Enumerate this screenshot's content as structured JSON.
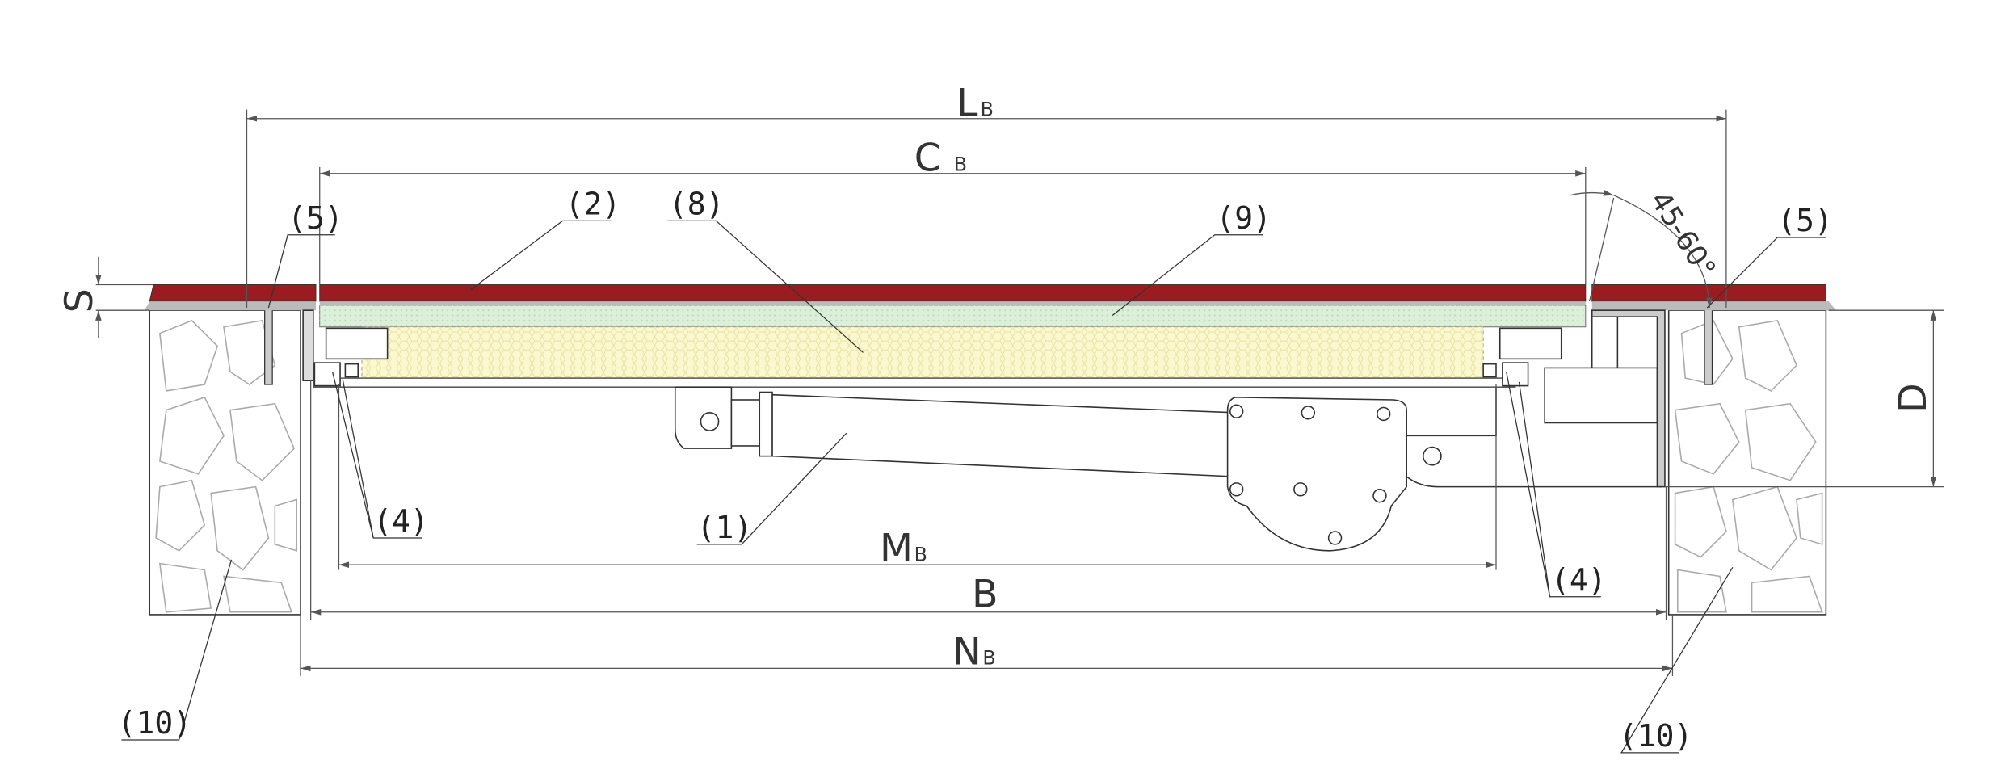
{
  "dimensions": {
    "lb": {
      "main": "L",
      "sub": "B"
    },
    "cb": {
      "main": "C",
      "sub": "B"
    },
    "mb": {
      "main": "M",
      "sub": "B"
    },
    "b": {
      "main": "B"
    },
    "nb": {
      "main": "N",
      "sub": "B"
    },
    "s": "S",
    "d": "D",
    "angle": "45-60°"
  },
  "callouts": {
    "actuator": "(1)",
    "lid_cover": "(2)",
    "seal_left": "(4)",
    "seal_right": "(4)",
    "anchor_left": "(5)",
    "anchor_right": "(5)",
    "insulation": "(8)",
    "top_layer": "(9)",
    "concrete_left": "(10)",
    "concrete_right": "(10)"
  },
  "colors": {
    "lid": "#9b1c20",
    "top_layer": "#dcefd9",
    "insulation": "#fbf7cf",
    "frame_gray": "#bbbbbb"
  }
}
